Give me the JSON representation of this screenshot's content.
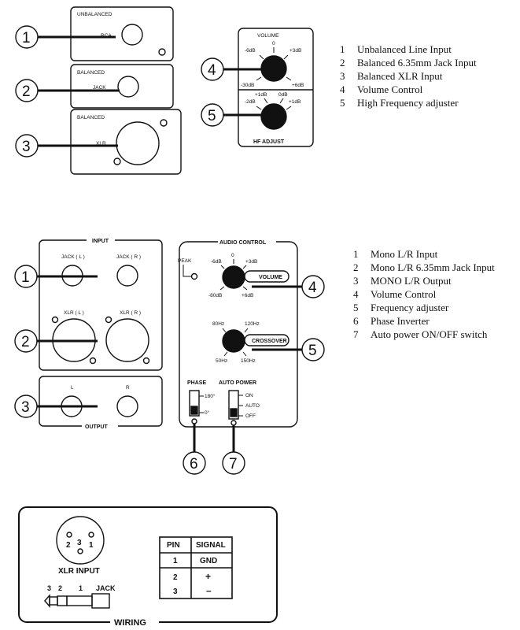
{
  "panel1": {
    "unbalanced": "UNBALANCED",
    "rca": "RCA",
    "balanced_jack": "BALANCED",
    "jack": "JACK",
    "balanced_xlr": "BALANCED",
    "xlr": "XLR",
    "volume": "VOLUME",
    "vol_0": "0",
    "vol_m6": "-6dB",
    "vol_p3": "+3dB",
    "vol_m30": "-30dB",
    "vol_p6": "+6dB",
    "hf_p1": "+1dB",
    "hf_0": "0dB",
    "hf_m2": "-2dB",
    "hf_p1b": "+1dB",
    "hf_adjust": "HF ADJUST",
    "callouts": [
      "1",
      "2",
      "3",
      "4",
      "5"
    ]
  },
  "legend1": [
    {
      "num": "1",
      "text": "Unbalanced Line Input"
    },
    {
      "num": "2",
      "text": "Balanced 6.35mm Jack Input"
    },
    {
      "num": "3",
      "text": "Balanced XLR Input"
    },
    {
      "num": "4",
      "text": "Volume Control"
    },
    {
      "num": "5",
      "text": "High Frequency adjuster"
    }
  ],
  "panel2": {
    "input": "INPUT",
    "jack_l": "JACK ( L )",
    "jack_r": "JACK ( R )",
    "xlr_l": "XLR ( L )",
    "xlr_r": "XLR ( R )",
    "out_l": "L",
    "out_r": "R",
    "output": "OUTPUT",
    "peak": "PEAK",
    "audio_control": "AUDIO CONTROL",
    "vol_0": "0",
    "vol_m6": "-6dB",
    "vol_p3": "+3dB",
    "vol_m80": "-80dB",
    "vol_p6": "+6dB",
    "volume": "VOLUME",
    "f80": "80Hz",
    "f120": "120Hz",
    "f50": "50Hz",
    "f150": "150Hz",
    "crossover": "CROSSOVER",
    "phase": "PHASE",
    "deg180": "180°",
    "deg0": "0°",
    "auto_power": "AUTO POWER",
    "on": "ON",
    "auto": "AUTO",
    "off": "OFF",
    "callouts": [
      "1",
      "2",
      "3",
      "4",
      "5",
      "6",
      "7"
    ]
  },
  "legend2": [
    {
      "num": "1",
      "text": "Mono L/R Input"
    },
    {
      "num": "2",
      "text": "Mono L/R 6.35mm Jack Input"
    },
    {
      "num": "3",
      "text": "MONO L/R Output"
    },
    {
      "num": "4",
      "text": "Volume Control"
    },
    {
      "num": "5",
      "text": "Frequency adjuster"
    },
    {
      "num": "6",
      "text": "Phase Inverter"
    },
    {
      "num": "7",
      "text": "Auto power ON/OFF switch"
    }
  ],
  "wiring": {
    "xlr_pins": [
      "2",
      "3",
      "1"
    ],
    "xlr_input": "XLR INPUT",
    "jack_pins": [
      "3",
      "2",
      "1"
    ],
    "jack": "JACK",
    "title": "WIRING",
    "table_headers": [
      "PIN",
      "SIGNAL"
    ],
    "table_rows": [
      [
        "1",
        "GND"
      ],
      [
        "2",
        "+"
      ],
      [
        "3",
        "–"
      ]
    ]
  }
}
